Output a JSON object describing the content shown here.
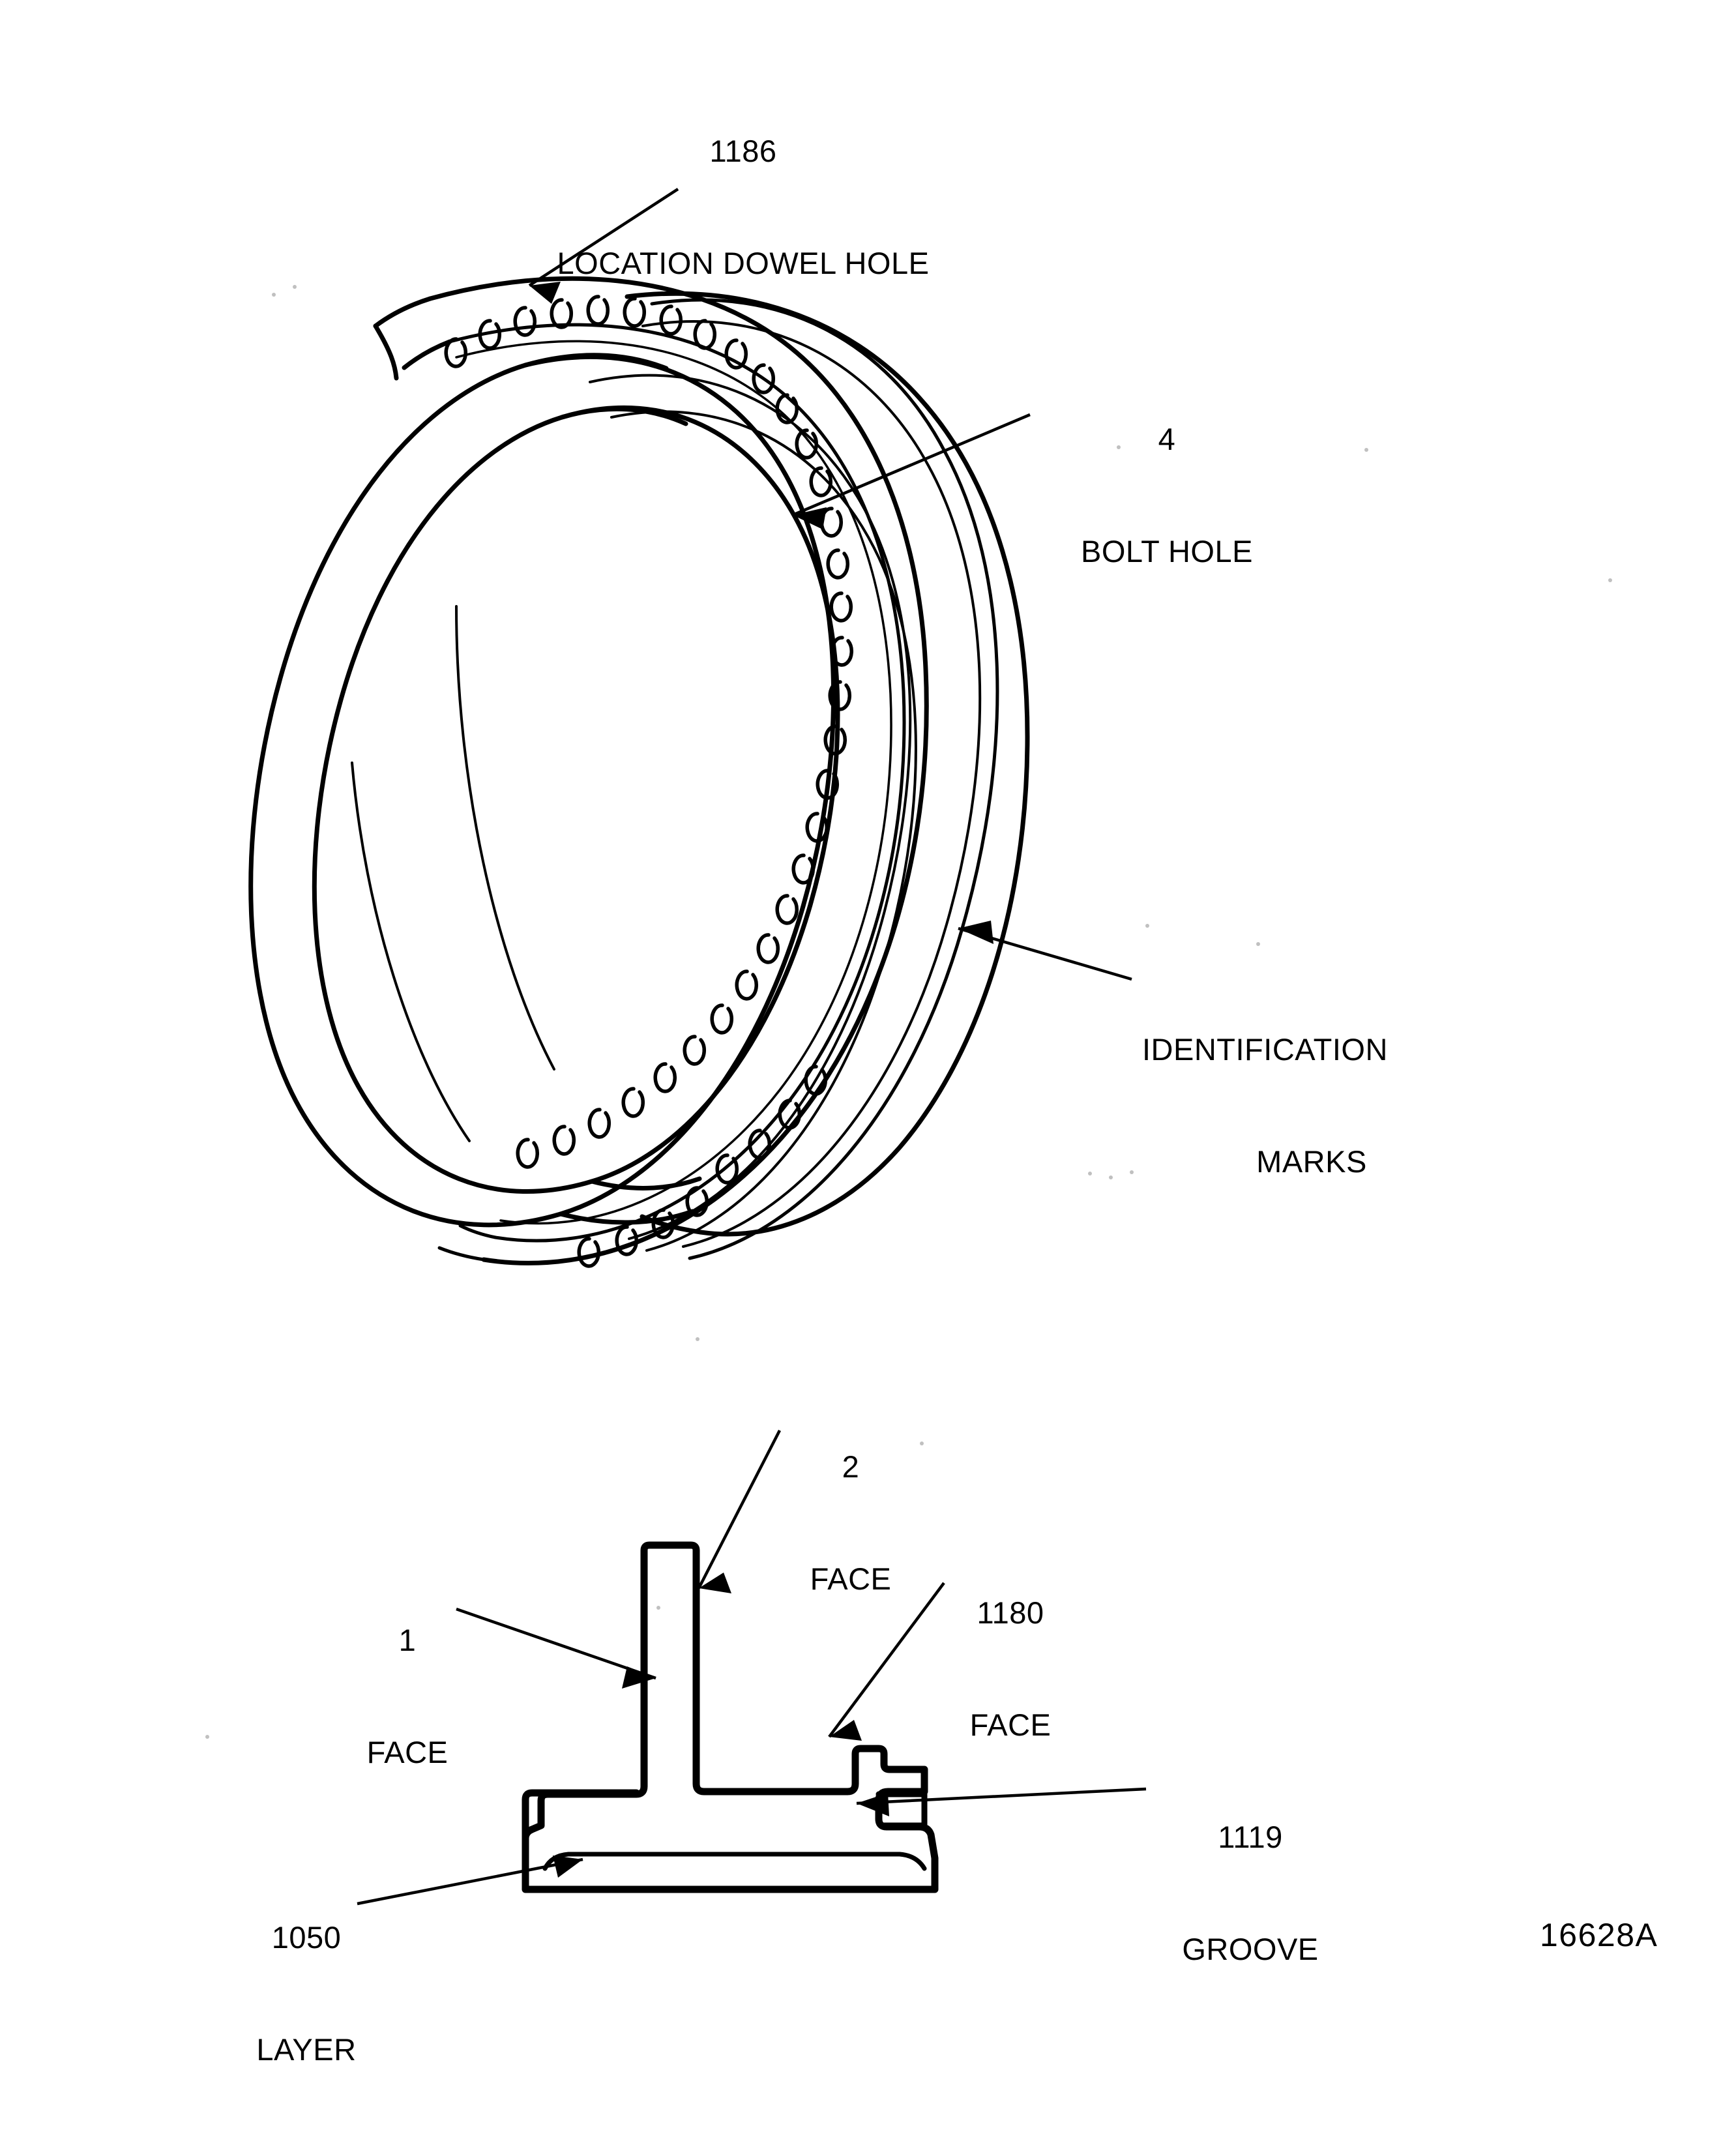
{
  "figure": {
    "type": "engineering-line-drawing",
    "description": "Isometric view of an annular engine casing flange ring with bolt circle, plus a cross-section profile view below.",
    "figure_number": "16628A",
    "background_color": "#ffffff",
    "line_color": "#000000"
  },
  "isometric_view": {
    "name": "flange-ring-isometric",
    "callouts": [
      {
        "id": "location-dowel-hole",
        "number": "1186",
        "text": "LOCATION DOWEL HOLE",
        "leader_from": [
          1030,
          300
        ],
        "leader_to": [
          800,
          445
        ]
      },
      {
        "id": "bolt-hole",
        "number": "4",
        "text": "BOLT HOLE",
        "leader_from": [
          1588,
          640
        ],
        "leader_to": [
          1210,
          790
        ]
      },
      {
        "id": "identification-marks",
        "number": "",
        "text_line1": "IDENTIFICATION",
        "text_line2": "MARKS",
        "leader_from": [
          1730,
          1500
        ],
        "leader_to": [
          1468,
          1424
        ]
      }
    ],
    "bolt_hole_count_visible": 36
  },
  "section_view": {
    "name": "flange-cross-section",
    "callouts": [
      {
        "id": "face-2",
        "number": "2",
        "text": "FACE",
        "leader_from": [
          1193,
          2196
        ],
        "leader_to": [
          1060,
          2440
        ]
      },
      {
        "id": "face-1",
        "number": "1",
        "text": "FACE",
        "leader_from": [
          700,
          2470
        ],
        "leader_to": [
          1000,
          2575
        ]
      },
      {
        "id": "face-1180",
        "number": "1180",
        "text": "FACE",
        "leader_from": [
          1452,
          2428
        ],
        "leader_to": [
          1263,
          2663
        ]
      },
      {
        "id": "groove-1119",
        "number": "1119",
        "text": "GROOVE",
        "leader_from": [
          1760,
          2740
        ],
        "leader_to": [
          1310,
          2770
        ]
      },
      {
        "id": "layer-1050",
        "number": "1050",
        "text": "LAYER",
        "leader_from": [
          545,
          2918
        ],
        "leader_to": [
          890,
          2855
        ]
      }
    ]
  },
  "labels": {
    "dowel_number": "1186",
    "dowel_text": "LOCATION DOWEL HOLE",
    "bolt_number": "4",
    "bolt_text": "BOLT HOLE",
    "ident_line1": "IDENTIFICATION",
    "ident_line2": "MARKS",
    "face2_number": "2",
    "face2_text": "FACE",
    "face1_number": "1",
    "face1_text": "FACE",
    "face1180_number": "1180",
    "face1180_text": "FACE",
    "groove_number": "1119",
    "groove_text": "GROOVE",
    "layer_number": "1050",
    "layer_text": "LAYER",
    "figure_number": "16628A"
  }
}
